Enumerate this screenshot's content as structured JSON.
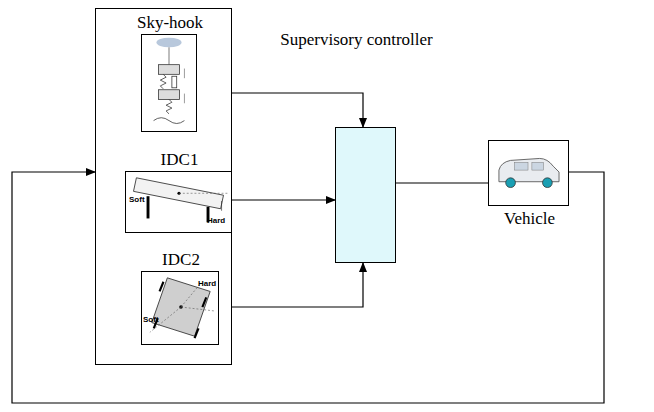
{
  "diagram": {
    "nodes": [
      {
        "text": []
      },
      {
        "text": [
          "Sky-hook"
        ],
        "in": 0
      },
      {
        "text": [
          "IDC1"
        ],
        "in": 0
      },
      {
        "text": [
          "IDC2"
        ],
        "in": 0
      },
      {
        "text": [
          "Supervisory controller"
        ]
      },
      {
        "text": [
          "Vehicle"
        ]
      }
    ],
    "edges": [
      {
        "from": 1,
        "to": 4,
        "arrow": "to"
      },
      {
        "from": 2,
        "to": 4,
        "arrow": "to"
      },
      {
        "from": 3,
        "to": 4,
        "arrow": "to"
      },
      {
        "from": 4,
        "to": 5,
        "arrow": "none"
      },
      {
        "from": 5,
        "to": 0,
        "arrow": "to"
      }
    ],
    "labels": [
      "Soft",
      "Hard",
      "Hard",
      "Soft"
    ]
  }
}
